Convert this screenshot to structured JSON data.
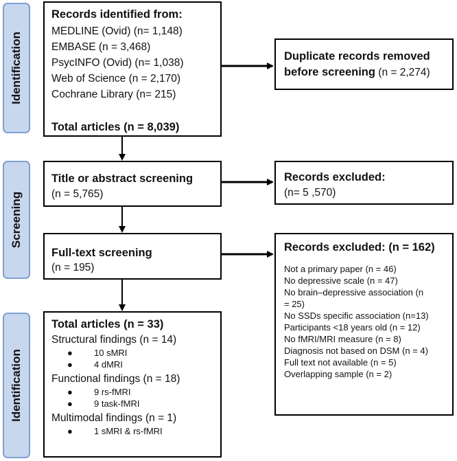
{
  "phases": [
    {
      "label": "Identification"
    },
    {
      "label": "Screening"
    },
    {
      "label": "Identification"
    }
  ],
  "identification_box": {
    "title": "Records identified from:",
    "sources": [
      "MEDLINE (Ovid) (n= 1,148)",
      "EMBASE (n = 3,468)",
      "PsycINFO (Ovid) (n= 1,038)",
      "Web of Science (n = 2,170)",
      "Cochrane Library (n= 215)"
    ],
    "total": "Total articles (n = 8,039)"
  },
  "duplicates_box": {
    "title_line1": "Duplicate records removed",
    "title_line2": "before screening",
    "count": "(n = 2,274)"
  },
  "title_screening_box": {
    "title": "Title or abstract screening",
    "count": "(n = 5,765)"
  },
  "excluded_box_1": {
    "title": "Records excluded:",
    "count": "(n= 5 ,570)"
  },
  "fulltext_box": {
    "title": "Full-text screening",
    "count": "(n = 195)"
  },
  "excluded_box_2": {
    "title": "Records excluded: (n = 162)",
    "reasons": [
      "Not a primary paper (n = 46)",
      "No depressive scale (n = 47)",
      "No brain–depressive association (n",
      "= 25)",
      "No SSDs specific association (n=13)",
      "Participants <18 years old (n = 12)",
      "No fMRI/MRI measure (n = 8)",
      "Diagnosis not based on DSM (n = 4)",
      "Full text not available (n = 5)",
      "Overlapping sample (n = 2)"
    ]
  },
  "included_box": {
    "title": "Total articles (n = 33)",
    "structural": "Structural findings (n = 14)",
    "structural_items": [
      "10 sMRI",
      "4 dMRI"
    ],
    "functional": "Functional findings (n = 18)",
    "functional_items": [
      "9 rs-fMRI",
      "9 task-fMRI"
    ],
    "multimodal": "Multimodal findings (n = 1)",
    "multimodal_items": [
      "1 sMRI & rs-fMRI"
    ],
    "bullet": "●"
  }
}
